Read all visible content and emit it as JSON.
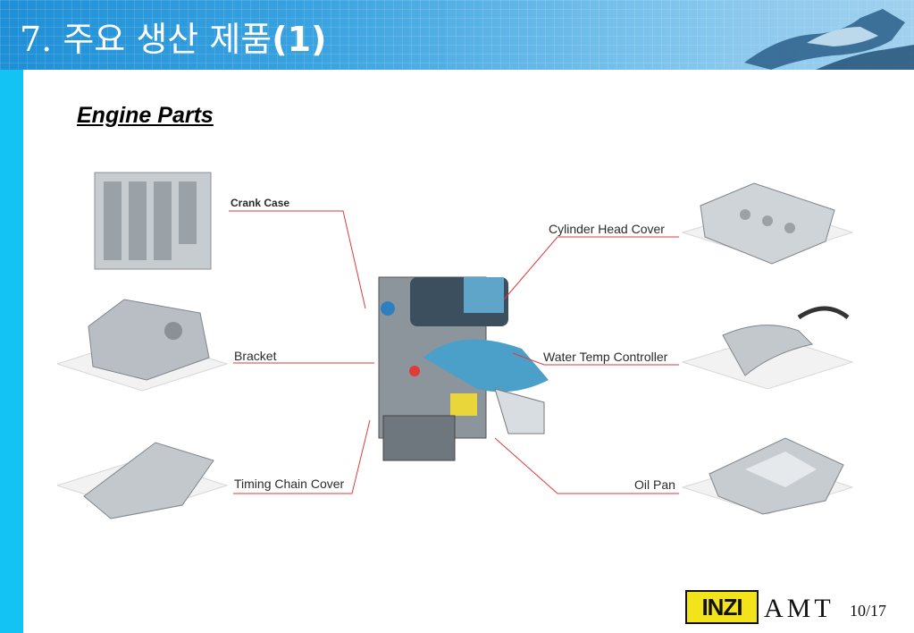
{
  "header": {
    "title_korean": "7. 주요 생산 제품",
    "title_number": "(1)"
  },
  "subtitle": "Engine Parts",
  "parts": {
    "crank_case": "Crank Case",
    "bracket": "Bracket",
    "timing_chain_cover": "Timing Chain Cover",
    "cylinder_head_cover": "Cylinder Head Cover",
    "water_temp_controller": "Water Temp Controller",
    "oil_pan": "Oil Pan"
  },
  "footer": {
    "logo": "INZI",
    "company": "AMT",
    "page": "10/17"
  },
  "colors": {
    "header_blue": "#1f8fd6",
    "left_bar": "#13c3f3",
    "callout_line": "#e03a3a",
    "logo_yellow": "#f2e31a"
  }
}
